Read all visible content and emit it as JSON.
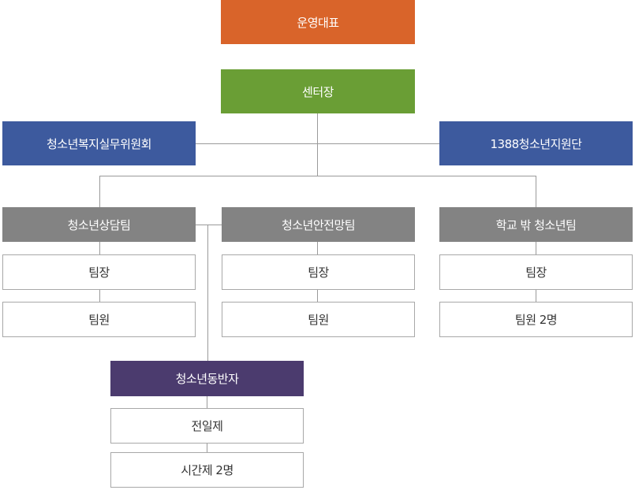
{
  "colors": {
    "ceo": "#d9642a",
    "director": "#6a9e35",
    "committee": "#3d5a9e",
    "team_header": "#838383",
    "dongbanja": "#4b3b6e",
    "connector": "#9a9a9a"
  },
  "org": {
    "ceo": "운영대표",
    "director": "센터장",
    "left_committee": "청소년복지실무위원회",
    "right_committee": "1388청소년지원단",
    "teams": [
      {
        "name": "청소년상담팀",
        "members": [
          "팀장",
          "팀원"
        ]
      },
      {
        "name": "청소년안전망팀",
        "members": [
          "팀장",
          "팀원"
        ]
      },
      {
        "name": "학교 밖 청소년팀",
        "members": [
          "팀장",
          "팀원 2명"
        ]
      }
    ],
    "dongbanja": {
      "name": "청소년동반자",
      "members": [
        "전일제",
        "시간제 2명"
      ]
    }
  }
}
